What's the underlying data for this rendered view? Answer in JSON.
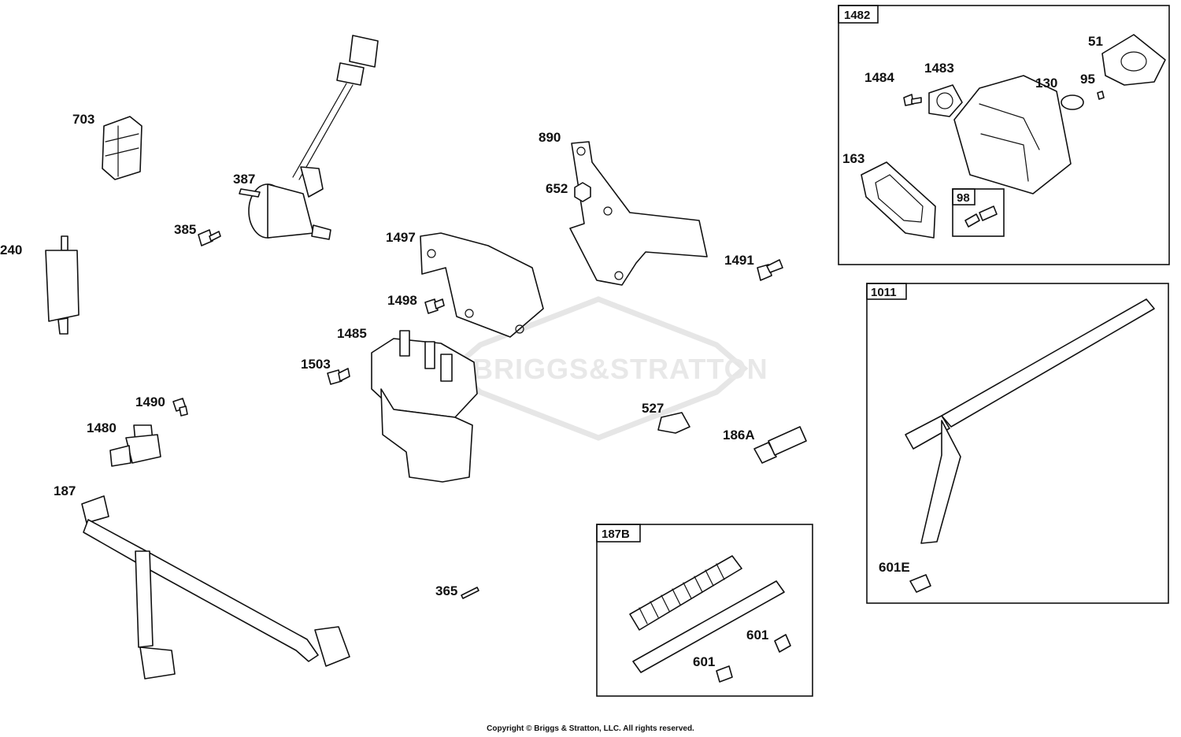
{
  "watermark": "BRIGGS&STRATTON",
  "copyright": "Copyright © Briggs & Stratton, LLC. All rights reserved.",
  "callouts": {
    "p703": "703",
    "p387": "387",
    "p385": "385",
    "p240": "240",
    "p890": "890",
    "p652": "652",
    "p1497": "1497",
    "p1491": "1491",
    "p1498": "1498",
    "p1485": "1485",
    "p1503": "1503",
    "p1490": "1490",
    "p1480": "1480",
    "p527": "527",
    "p186A": "186A",
    "p187": "187",
    "p365": "365"
  },
  "boxes": {
    "b1482": {
      "label": "1482",
      "items": {
        "p51": "51",
        "p1484": "1484",
        "p1483": "1483",
        "p130": "130",
        "p95": "95",
        "p163": "163"
      },
      "sub": {
        "label": "98"
      }
    },
    "b1011": {
      "label": "1011",
      "items": {
        "p601E": "601E"
      }
    },
    "b187B": {
      "label": "187B",
      "items": {
        "p601a": "601",
        "p601b": "601"
      }
    }
  }
}
